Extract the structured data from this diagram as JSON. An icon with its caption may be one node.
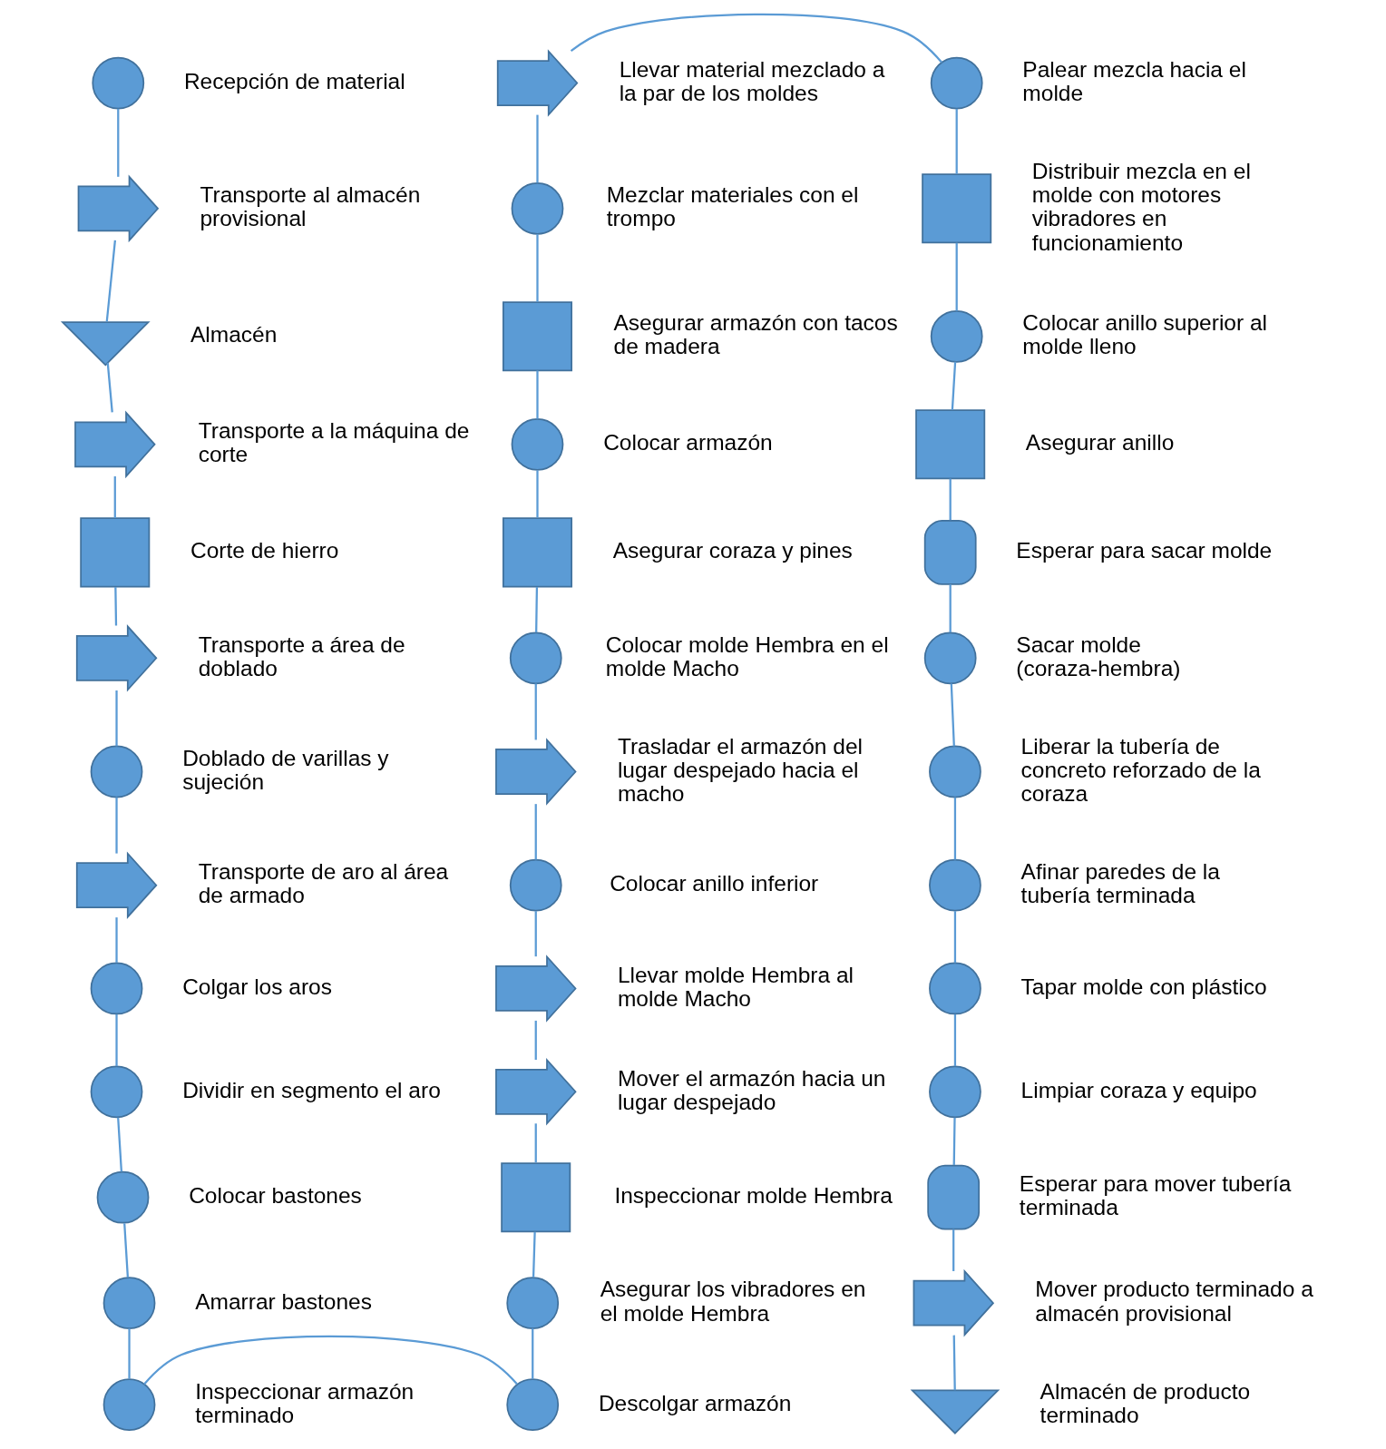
{
  "diagram": {
    "nodes": [
      {
        "text": [],
        "shape": "circle",
        "beside": [
          "Recepción de material"
        ]
      },
      {
        "text": [],
        "shape": "arrow",
        "beside": [
          "Transporte al almacén provisional"
        ]
      },
      {
        "text": [],
        "shape": "triangle",
        "beside": [
          "Almacén"
        ]
      },
      {
        "text": [],
        "shape": "arrow",
        "beside": [
          "Transporte a la máquina de corte"
        ]
      },
      {
        "text": [],
        "shape": "square",
        "beside": [
          "Corte de hierro"
        ]
      },
      {
        "text": [],
        "shape": "arrow",
        "beside": [
          "Transporte a área de doblado"
        ]
      },
      {
        "text": [],
        "shape": "circle",
        "beside": [
          "Doblado de varillas y sujeción"
        ]
      },
      {
        "text": [],
        "shape": "arrow",
        "beside": [
          "Transporte de aro al área de armado"
        ]
      },
      {
        "text": [],
        "shape": "circle",
        "beside": [
          "Colgar los aros"
        ]
      },
      {
        "text": [],
        "shape": "circle",
        "beside": [
          "Dividir en segmento el aro"
        ]
      },
      {
        "text": [],
        "shape": "circle",
        "beside": [
          "Colocar bastones"
        ]
      },
      {
        "text": [],
        "shape": "circle",
        "beside": [
          "Amarrar bastones"
        ]
      },
      {
        "text": [],
        "shape": "circle",
        "beside": [
          "Inspeccionar armazón terminado"
        ]
      },
      {
        "text": [],
        "shape": "circle",
        "beside": [
          "Descolgar armazón"
        ]
      },
      {
        "text": [],
        "shape": "circle",
        "beside": [
          "Asegurar los vibradores en el molde Hembra"
        ]
      },
      {
        "text": [],
        "shape": "square",
        "beside": [
          "Inspeccionar molde Hembra"
        ]
      },
      {
        "text": [],
        "shape": "arrow",
        "beside": [
          "Mover el armazón hacia un lugar despejado"
        ]
      },
      {
        "text": [],
        "shape": "arrow",
        "beside": [
          "Llevar molde Hembra al molde Macho"
        ]
      },
      {
        "text": [],
        "shape": "circle",
        "beside": [
          "Colocar anillo inferior"
        ]
      },
      {
        "text": [],
        "shape": "arrow",
        "beside": [
          "Trasladar el armazón del lugar despejado hacia el macho"
        ]
      },
      {
        "text": [],
        "shape": "circle",
        "beside": [
          "Colocar molde Hembra en el molde Macho"
        ]
      },
      {
        "text": [],
        "shape": "square",
        "beside": [
          "Asegurar coraza y pines"
        ]
      },
      {
        "text": [],
        "shape": "circle",
        "beside": [
          "Colocar armazón"
        ]
      },
      {
        "text": [],
        "shape": "square",
        "beside": [
          "Asegurar armazón con tacos de madera"
        ]
      },
      {
        "text": [],
        "shape": "circle",
        "beside": [
          "Mezclar materiales con el trompo"
        ]
      },
      {
        "text": [],
        "shape": "arrow",
        "beside": [
          "Llevar material mezclado a la par de los moldes"
        ]
      },
      {
        "text": [],
        "shape": "circle",
        "beside": [
          "Palear mezcla hacia el molde"
        ]
      },
      {
        "text": [],
        "shape": "square",
        "beside": [
          "Distribuir mezcla en el molde con motores vibradores en funcionamiento"
        ]
      },
      {
        "text": [],
        "shape": "circle",
        "beside": [
          "Colocar anillo superior al molde lleno"
        ]
      },
      {
        "text": [],
        "shape": "square",
        "beside": [
          "Asegurar anillo"
        ]
      },
      {
        "text": [],
        "shape": "delay",
        "beside": [
          "Esperar para sacar molde"
        ]
      },
      {
        "text": [],
        "shape": "circle",
        "beside": [
          "Sacar molde (coraza-hembra)"
        ]
      },
      {
        "text": [],
        "shape": "circle",
        "beside": [
          "Liberar la tubería de concreto reforzado de la coraza"
        ]
      },
      {
        "text": [],
        "shape": "circle",
        "beside": [
          "Afinar paredes de la tubería terminada"
        ]
      },
      {
        "text": [],
        "shape": "circle",
        "beside": [
          "Tapar molde con plástico"
        ]
      },
      {
        "text": [],
        "shape": "circle",
        "beside": [
          "Limpiar coraza y equipo"
        ]
      },
      {
        "text": [],
        "shape": "delay",
        "beside": [
          "Esperar para mover tubería terminada"
        ]
      },
      {
        "text": [],
        "shape": "arrow",
        "beside": [
          "Mover producto terminado a almacén provisional"
        ]
      },
      {
        "text": [],
        "shape": "triangle",
        "beside": [
          "Almacén de producto terminado"
        ]
      }
    ],
    "edges": [
      {
        "from": 0,
        "to": 1,
        "arrow": "none"
      },
      {
        "from": 1,
        "to": 2,
        "arrow": "none"
      },
      {
        "from": 2,
        "to": 3,
        "arrow": "none"
      },
      {
        "from": 3,
        "to": 4,
        "arrow": "none"
      },
      {
        "from": 4,
        "to": 5,
        "arrow": "none"
      },
      {
        "from": 5,
        "to": 6,
        "arrow": "none"
      },
      {
        "from": 6,
        "to": 7,
        "arrow": "none"
      },
      {
        "from": 7,
        "to": 8,
        "arrow": "none"
      },
      {
        "from": 8,
        "to": 9,
        "arrow": "none"
      },
      {
        "from": 9,
        "to": 10,
        "arrow": "none"
      },
      {
        "from": 10,
        "to": 11,
        "arrow": "none"
      },
      {
        "from": 11,
        "to": 12,
        "arrow": "none"
      },
      {
        "from": 12,
        "to": 13,
        "arrow": "none"
      },
      {
        "from": 13,
        "to": 14,
        "arrow": "none"
      },
      {
        "from": 14,
        "to": 15,
        "arrow": "none"
      },
      {
        "from": 15,
        "to": 16,
        "arrow": "none"
      },
      {
        "from": 16,
        "to": 17,
        "arrow": "none"
      },
      {
        "from": 17,
        "to": 18,
        "arrow": "none"
      },
      {
        "from": 18,
        "to": 19,
        "arrow": "none"
      },
      {
        "from": 19,
        "to": 20,
        "arrow": "none"
      },
      {
        "from": 20,
        "to": 21,
        "arrow": "none"
      },
      {
        "from": 21,
        "to": 22,
        "arrow": "none"
      },
      {
        "from": 22,
        "to": 23,
        "arrow": "none"
      },
      {
        "from": 23,
        "to": 24,
        "arrow": "none"
      },
      {
        "from": 24,
        "to": 25,
        "arrow": "none"
      },
      {
        "from": 25,
        "to": 26,
        "arrow": "none"
      },
      {
        "from": 26,
        "to": 27,
        "arrow": "none"
      },
      {
        "from": 27,
        "to": 28,
        "arrow": "none"
      },
      {
        "from": 28,
        "to": 29,
        "arrow": "none"
      },
      {
        "from": 29,
        "to": 30,
        "arrow": "none"
      },
      {
        "from": 30,
        "to": 31,
        "arrow": "none"
      },
      {
        "from": 31,
        "to": 32,
        "arrow": "none"
      },
      {
        "from": 32,
        "to": 33,
        "arrow": "none"
      },
      {
        "from": 33,
        "to": 34,
        "arrow": "none"
      },
      {
        "from": 34,
        "to": 35,
        "arrow": "none"
      },
      {
        "from": 35,
        "to": 36,
        "arrow": "none"
      },
      {
        "from": 36,
        "to": 37,
        "arrow": "none"
      },
      {
        "from": 37,
        "to": 38,
        "arrow": "none"
      }
    ]
  }
}
